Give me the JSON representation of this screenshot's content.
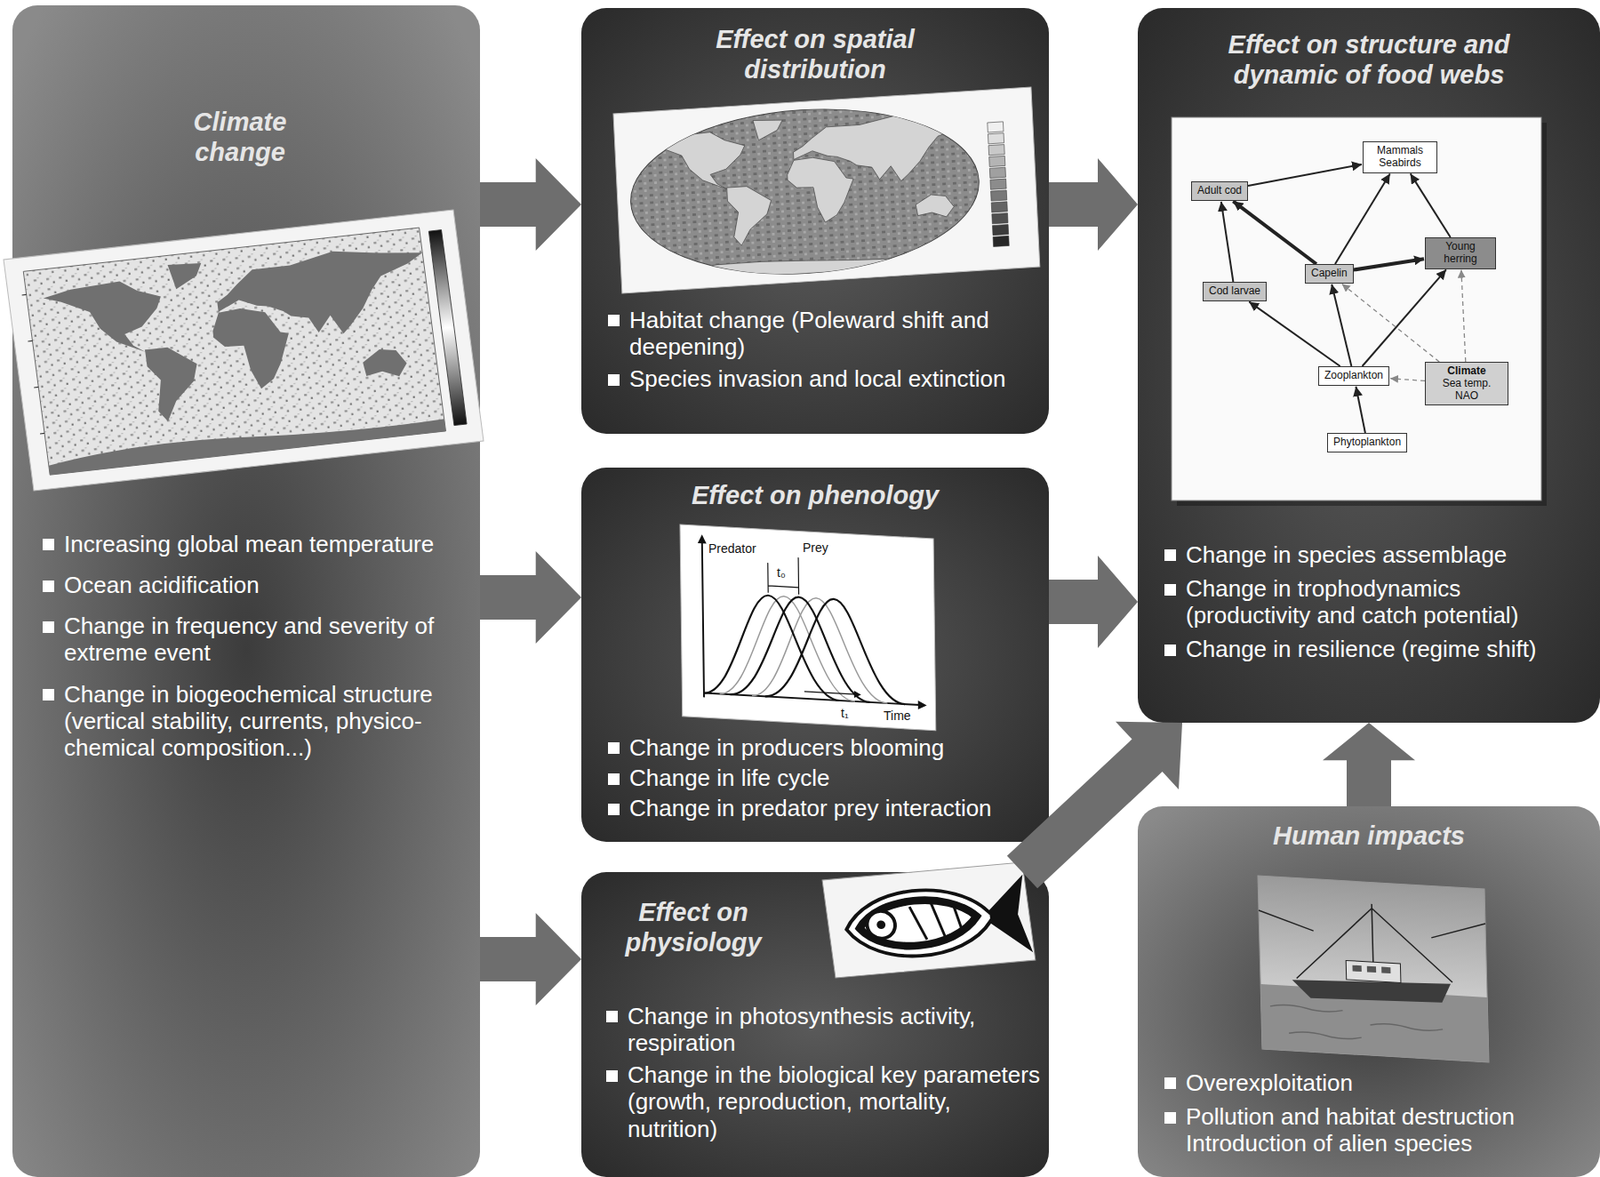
{
  "diagram": {
    "nodes": [
      {
        "text": [
          "Climate change",
          "Increasing global mean temperature",
          "Ocean acidification",
          "Change in frequency and severity of extreme event",
          "Change in biogeochemical structure (vertical stability, currents, physico-chemical composition...)"
        ]
      },
      {
        "text": [
          "Effect on spatial distribution",
          "Habitat change (Poleward shift and deepening)",
          "Species invasion and local extinction"
        ]
      },
      {
        "text": [
          "Effect on phenology",
          "Change in producers blooming",
          "Change in life cycle",
          "Change in predator prey interaction"
        ]
      },
      {
        "text": [
          "Effect on physiology",
          "Change in photosynthesis activity, respiration",
          "Change in the biological key parameters (growth, reproduction, mortality, nutrition)"
        ]
      },
      {
        "text": [
          "Effect on structure and dynamic of food webs",
          "Change in species assemblage",
          "Change in trophodynamics (productivity and catch potential)",
          "Change in resilience (regime shift)"
        ]
      },
      {
        "text": [
          "Adult cod"
        ],
        "in": 4
      },
      {
        "text": [
          "Mammals Seabirds"
        ],
        "in": 4
      },
      {
        "text": [
          "Cod larvae"
        ],
        "in": 4
      },
      {
        "text": [
          "Capelin"
        ],
        "in": 4
      },
      {
        "text": [
          "Young herring"
        ],
        "in": 4
      },
      {
        "text": [
          "Zooplankton"
        ],
        "in": 4
      },
      {
        "text": [
          "Climate",
          "Sea temp. NAO"
        ],
        "in": 4
      },
      {
        "text": [
          "Phytoplankton"
        ],
        "in": 4
      },
      {
        "text": [
          "Human impacts",
          "Overexploitation",
          "Pollution and habitat destruction Introduction of alien species"
        ]
      }
    ],
    "edges": [
      {
        "from": 0,
        "to": 1,
        "arrow": "to"
      },
      {
        "from": 0,
        "to": 2,
        "arrow": "to"
      },
      {
        "from": 0,
        "to": 3,
        "arrow": "to"
      },
      {
        "from": 1,
        "to": 4,
        "arrow": "to"
      },
      {
        "from": 2,
        "to": 4,
        "arrow": "to"
      },
      {
        "from": 3,
        "to": 4,
        "arrow": "to"
      },
      {
        "from": 13,
        "to": 4,
        "arrow": "to"
      },
      {
        "from": 12,
        "to": 10,
        "arrow": "to"
      },
      {
        "from": 10,
        "to": 7,
        "arrow": "to"
      },
      {
        "from": 10,
        "to": 8,
        "arrow": "to"
      },
      {
        "from": 10,
        "to": 9,
        "arrow": "to"
      },
      {
        "from": 7,
        "to": 5,
        "arrow": "to"
      },
      {
        "from": 8,
        "to": 5,
        "arrow": "to"
      },
      {
        "from": 8,
        "to": 9,
        "arrow": "to"
      },
      {
        "from": 8,
        "to": 6,
        "arrow": "to"
      },
      {
        "from": 5,
        "to": 6,
        "arrow": "to"
      },
      {
        "from": 9,
        "to": 6,
        "arrow": "to"
      },
      {
        "from": 11,
        "to": 9,
        "arrow": "to"
      },
      {
        "from": 11,
        "to": 10,
        "arrow": "to"
      },
      {
        "from": 11,
        "to": 8,
        "arrow": "to"
      }
    ],
    "labels": [
      "Predator",
      "Prey",
      "t₀",
      "t₁",
      "Time"
    ]
  }
}
